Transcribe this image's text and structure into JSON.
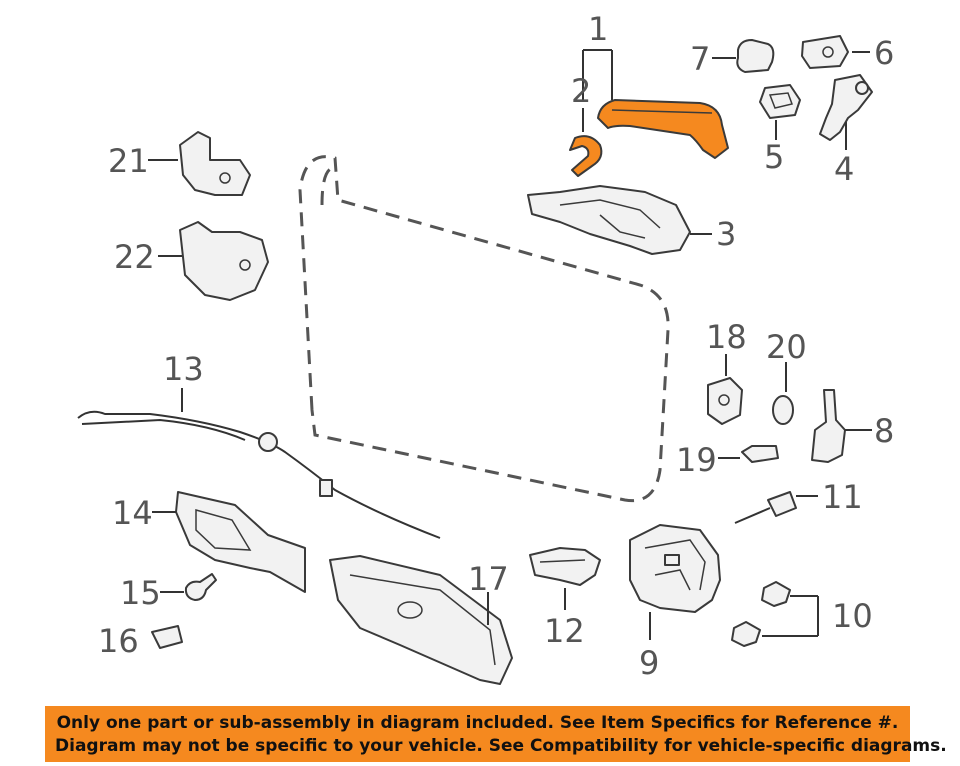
{
  "callouts": {
    "c1": "1",
    "c2": "2",
    "c3": "3",
    "c4": "4",
    "c5": "5",
    "c6": "6",
    "c7": "7",
    "c8": "8",
    "c9": "9",
    "c10": "10",
    "c11": "11",
    "c12": "12",
    "c13": "13",
    "c14": "14",
    "c15": "15",
    "c16": "16",
    "c17": "17",
    "c18": "18",
    "c19": "19",
    "c20": "20",
    "c21": "21",
    "c22": "22"
  },
  "colors": {
    "highlight": "#f5891f",
    "banner": "#f5891f",
    "label": "#555555"
  },
  "disclaimer": {
    "line1": "Only one part or sub-assembly in diagram included. See Item Specifics for Reference #.",
    "line2": "Diagram may not be specific to your vehicle. See Compatibility for vehicle-specific diagrams."
  }
}
